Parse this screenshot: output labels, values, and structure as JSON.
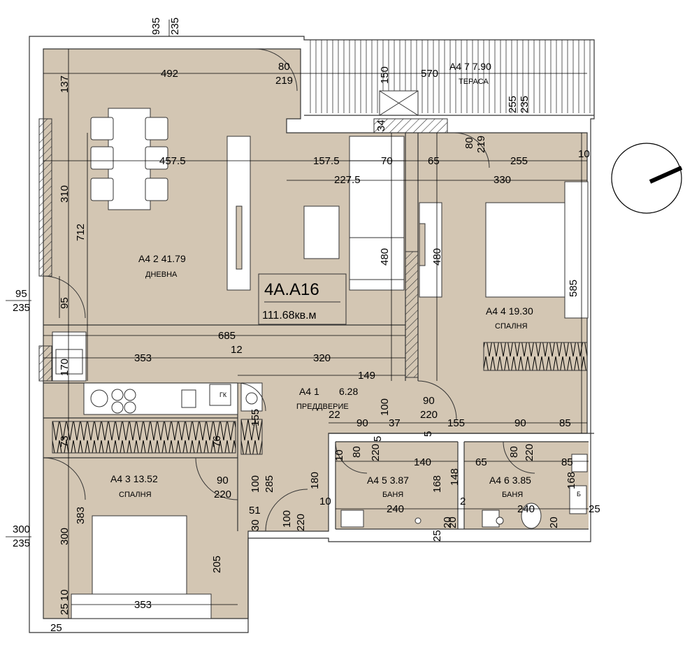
{
  "plan": {
    "unit_code": "4A.A16",
    "total_area": "111.68кв.м",
    "colors": {
      "floor": "#d3c6b3",
      "wall": "#ffffff",
      "wall_line": "#333333",
      "dark_wall": "#555555",
      "terrace": "#ffffff"
    }
  },
  "rooms": {
    "living": {
      "id": "A4 2 41.79",
      "name": "ДНЕВНА"
    },
    "terrace": {
      "id": "A4 7 7.90",
      "name": "ТЕРАСА"
    },
    "bedroom_right": {
      "id": "A4 4 19.30",
      "name": "СПАЛНЯ"
    },
    "hall": {
      "id": "A4 1",
      "area": "6.28",
      "name": "ПРЕДДВЕРИЕ"
    },
    "bedroom_left": {
      "id": "A4 3 13.52",
      "name": "СПАЛНЯ"
    },
    "bath1": {
      "id": "A4 5 3.87",
      "name": "БАНЯ"
    },
    "bath2": {
      "id": "A4 6 3.85",
      "name": "БАНЯ"
    }
  },
  "fixtures": {
    "gk": "ГК",
    "b": "Б"
  },
  "dims": [
    "935",
    "235",
    "492",
    "137",
    "80",
    "219",
    "150",
    "570",
    "255",
    "235",
    "457.5",
    "157.5",
    "70",
    "65",
    "255",
    "10",
    "34",
    "80",
    "219",
    "227.5",
    "330",
    "310",
    "712",
    "480",
    "480",
    "585",
    "95",
    "235",
    "95",
    "685",
    "12",
    "353",
    "320",
    "149",
    "170",
    "90",
    "220",
    "100",
    "22",
    "90",
    "37",
    "155",
    "90",
    "85",
    "155",
    "73",
    "76",
    "5",
    "5",
    "10",
    "80",
    "220",
    "140",
    "65",
    "80",
    "220",
    "85",
    "90",
    "220",
    "100",
    "285",
    "180",
    "168",
    "148",
    "168",
    "10",
    "2",
    "51",
    "30",
    "100",
    "220",
    "240",
    "20",
    "20",
    "240",
    "25",
    "300",
    "235",
    "383",
    "300",
    "205",
    "25",
    "10",
    "25",
    "353",
    "25",
    "20"
  ]
}
